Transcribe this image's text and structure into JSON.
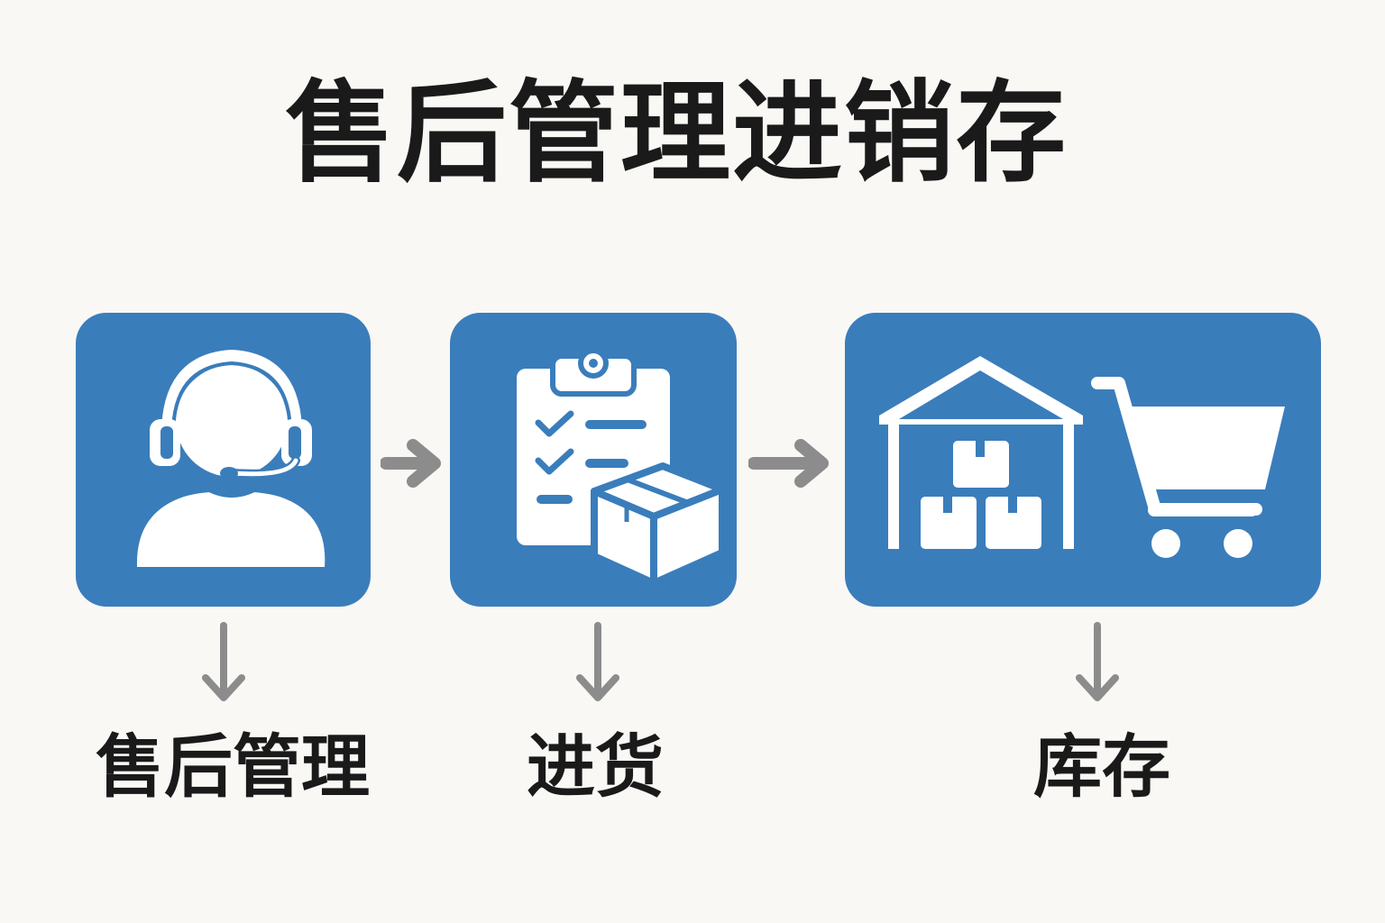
{
  "title": "售后管理进销存",
  "steps": [
    {
      "label": "售后管理",
      "icon": "headset-agent-icon"
    },
    {
      "label": "进货",
      "icon": "clipboard-checklist-box-icon"
    },
    {
      "label": "库存",
      "icon": "warehouse-cart-icon"
    }
  ],
  "colors": {
    "background": "#f9f8f5",
    "card": "#3a7dbb",
    "arrow": "#8c8c8c",
    "text": "#1a1a1a",
    "icon": "#ffffff"
  }
}
